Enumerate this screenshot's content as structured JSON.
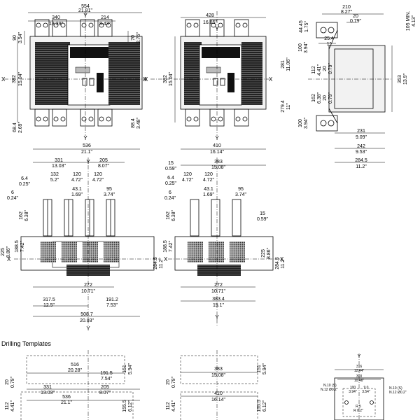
{
  "drilling_title": "Drilling Templates",
  "axis": {
    "x": "X",
    "y": "Y",
    "eq": "="
  },
  "front_view": {
    "overall_mm": "554",
    "overall_in": "21.81\"",
    "left_mm": "340",
    "left_in": "13.39\"",
    "right_mm": "214",
    "right_in": "8.43\"",
    "top_left_mm": "90",
    "top_left_in": "3.54\"",
    "top_right_mm": "70",
    "top_right_in": "2.76\"",
    "height_mm": "382",
    "height_in": "15.04\"",
    "bot_left_mm": "68.4",
    "bot_left_in": "2.69\"",
    "bot_right_mm": "88.4",
    "bot_right_in": "3.48\""
  },
  "front_view_b": {
    "overall_mm": "428",
    "overall_in": "16.85\"",
    "height_mm": "382",
    "height_in": "15.04\""
  },
  "side_view": {
    "d210_mm": "210",
    "d210_in": "8.27\"",
    "d20_mm": "20",
    "d20_in": "0.79\"",
    "d4445_mm": "44.45",
    "d4445_in": "1.75\"",
    "d254_mm": "25.4",
    "d254_in": "1\"",
    "d105_mm": "105 MIN.",
    "d105_in": "4.13\"",
    "d100_mm": "100",
    "d100_in": "3.94\"",
    "d281_mm": "281",
    "d281_in": "11.06\"",
    "d112_mm": "112",
    "d112_in": "4.41\"",
    "d353_mm": "353",
    "d353_in": "13.9\"",
    "d162_mm": "162",
    "d162_in": "6.38\"",
    "d2794_mm": "279.4",
    "d2794_in": "11\"",
    "d231_mm": "231",
    "d231_in": "9.09\"",
    "d242_mm": "242",
    "d242_in": "9.53\"",
    "d2845_mm": "284.5",
    "d2845_in": "11.2\""
  },
  "top_view_a": {
    "overall_mm": "536",
    "overall_in": "21.1\"",
    "d331_mm": "331",
    "d331_in": "13.03\"",
    "d205_mm": "205",
    "d205_in": "8.07\"",
    "d132_mm": "132",
    "d132_in": "5.2\"",
    "d120a_mm": "120",
    "d120a_in": "4.72\"",
    "d120b_mm": "120",
    "d120b_in": "4.72\"",
    "d64_mm": "6.4",
    "d64_in": "0.25\"",
    "d431_mm": "43.1",
    "d431_in": "1.69\"",
    "d95_mm": "95",
    "d95_in": "3.74\"",
    "d6_mm": "6",
    "d6_in": "0.24\"",
    "d162_mm": "162",
    "d162_in": "6.38\"",
    "d225_mm": "225",
    "d225_in": "8.86\"",
    "d1885_mm": "188.5",
    "d1885_in": "7.42\"",
    "d2845_mm": "284.5",
    "d2845_in": "11.2\"",
    "d272_mm": "272",
    "d272_in": "10.71\"",
    "d3175_mm": "317.5",
    "d3175_in": "12.5\"",
    "d1912_mm": "191.2",
    "d1912_in": "7.53\"",
    "d5087_mm": "508.7",
    "d5087_in": "20.03\""
  },
  "top_view_b": {
    "overall_mm": "410",
    "overall_in": "16.14\"",
    "d15a_mm": "15",
    "d15a_in": "0.59\"",
    "d383_mm": "383",
    "d383_in": "15.08\"",
    "d120a_mm": "120",
    "d120a_in": "4.72\"",
    "d120b_mm": "120",
    "d120b_in": "4.72\"",
    "d64_mm": "6.4",
    "d64_in": "0.25\"",
    "d431_mm": "43.1",
    "d431_in": "1.69\"",
    "d95_mm": "95",
    "d95_in": "3.74\"",
    "d6_mm": "6",
    "d6_in": "0.24\"",
    "d162_mm": "162",
    "d162_in": "6.38\"",
    "d15b_mm": "15",
    "d15b_in": "0.59\"",
    "d1885_mm": "188.5",
    "d1885_in": "7.42\"",
    "d225_mm": "225",
    "d225_in": "8.86\"",
    "d2845_mm": "284.5",
    "d2845_in": "11.2\"",
    "d272_mm": "272",
    "d272_in": "10.71\"",
    "d3834_mm": "383.4",
    "d3834_in": "15.1\""
  },
  "drill_a": {
    "d516_mm": "516",
    "d516_in": "20.28\"",
    "d1915_mm": "191.5",
    "d1915_in": "7.54\"",
    "d151_mm": "151",
    "d151_in": "5.94\"",
    "d20_mm": "20",
    "d20_in": "0.79\"",
    "d331_mm": "331",
    "d331_in": "13.03\"",
    "d205_mm": "205",
    "d205_in": "8.07\"",
    "d536_mm": "536",
    "d536_in": "21.1\"",
    "d112_mm": "112",
    "d112_in": "4.41\"",
    "d1555_mm": "155.5",
    "d1555_in": "6.12\""
  },
  "drill_b": {
    "d383_mm": "383",
    "d383_in": "15.08\"",
    "d151_mm": "151",
    "d151_in": "5.94\"",
    "d20_mm": "20",
    "d20_in": "0.79\"",
    "d410_mm": "410",
    "d410_in": "16.14\"",
    "d112_mm": "112",
    "d112_in": "4.41\"",
    "d1555_mm": "155.5",
    "d1555_in": "6.12\""
  },
  "drill_c": {
    "d316_mm": "316",
    "d316_in": "12.44\"",
    "d300_mm": "300",
    "d300_in": "10.46\"",
    "d100_mm": "100",
    "d100_in": "3.94\"",
    "d9x_mm": "9.0",
    "d9x_in": "3.54\"",
    "n10_label": "N.10 (S)",
    "n12_label": "N.12 Ø0.2\"",
    "n10b_label": "N.10 (S)",
    "n12b_label": "N.12 Ø0.2\"",
    "r5_label": "R 5",
    "r02_label": "R 0.2\""
  }
}
